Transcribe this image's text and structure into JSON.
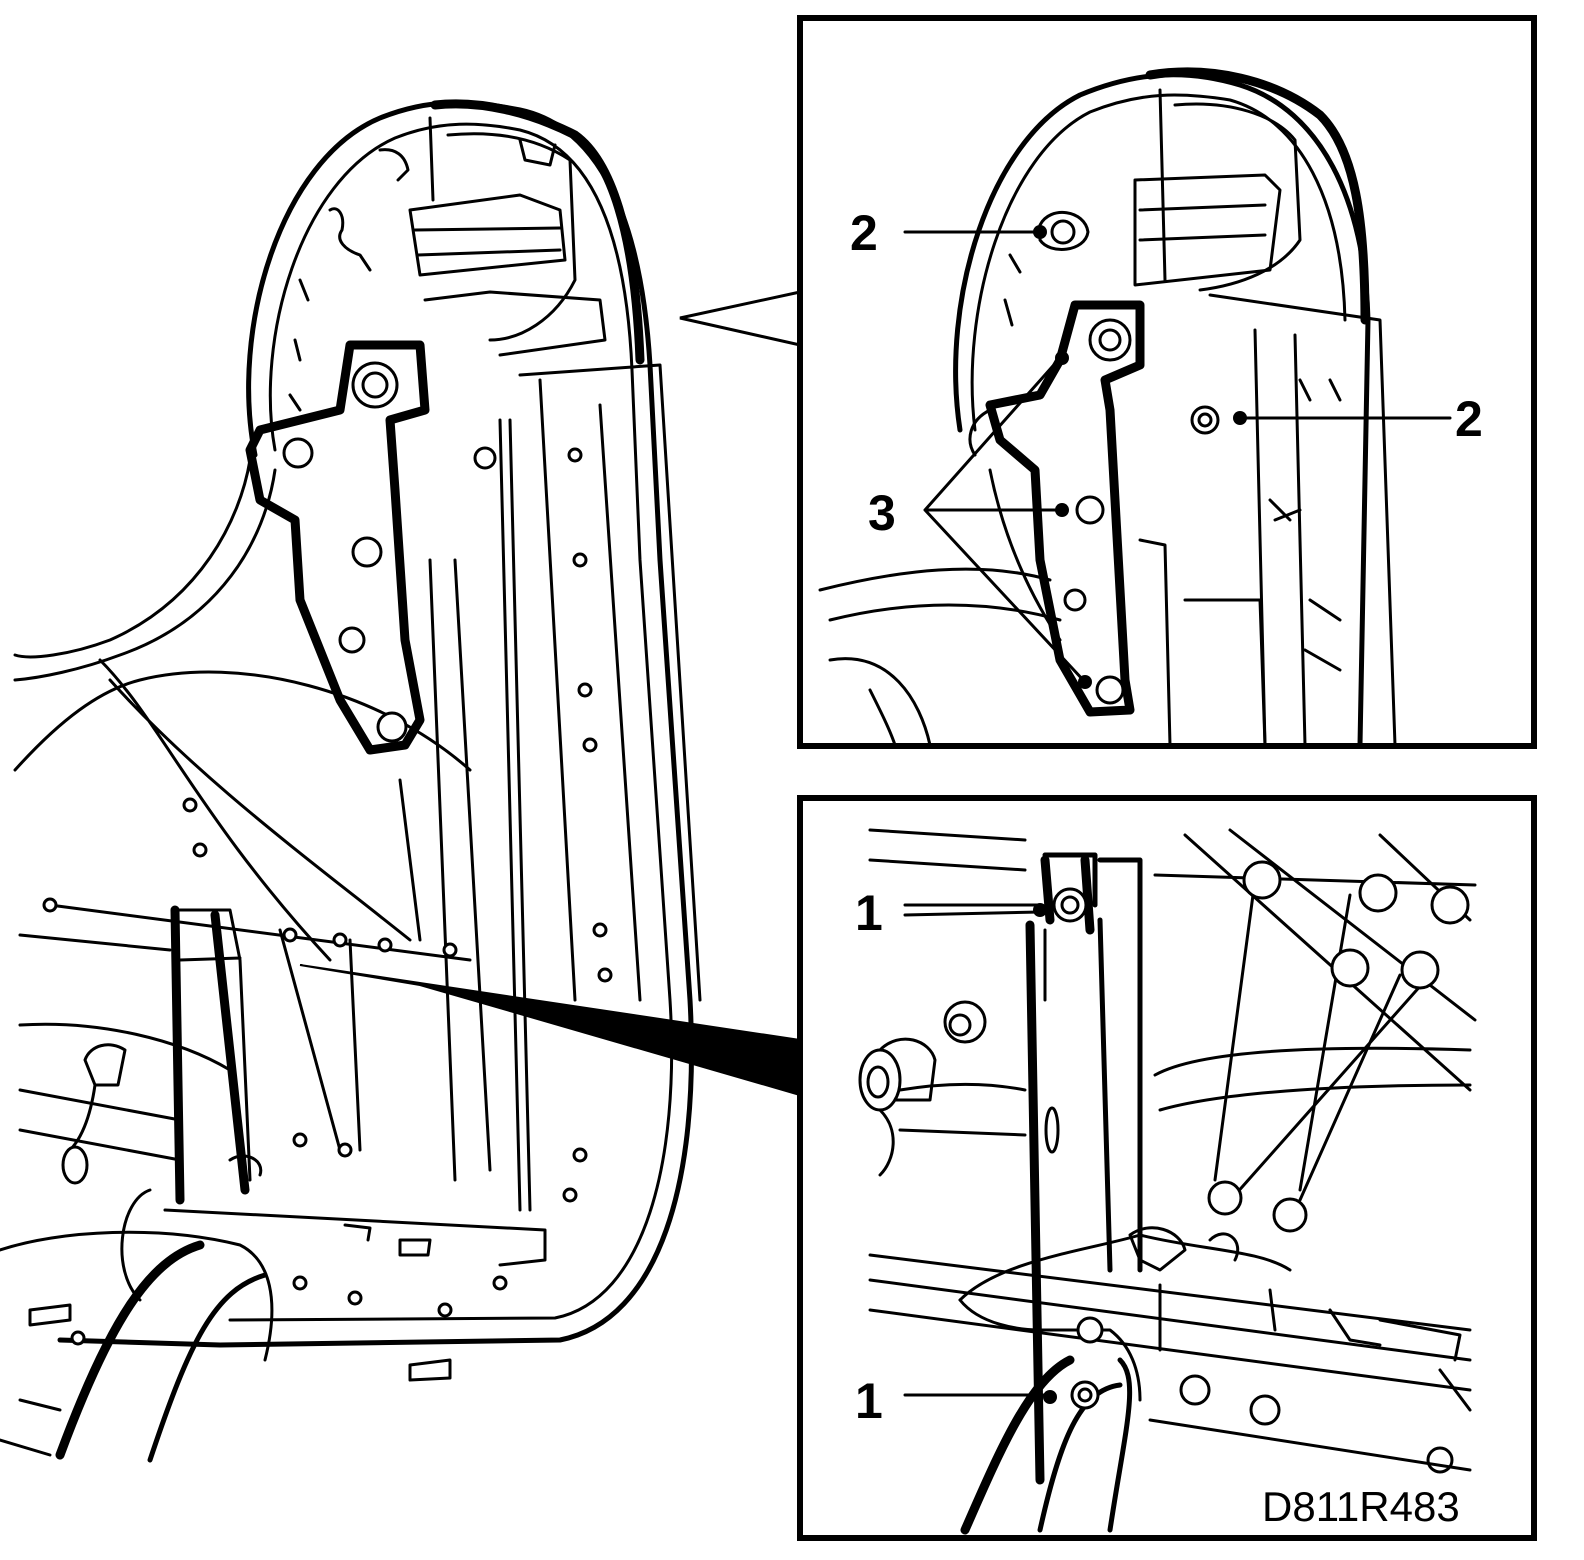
{
  "diagram": {
    "labels": {
      "top_left_2": "2",
      "top_right_2": "2",
      "top_3": "3",
      "bottom_1_upper": "1",
      "bottom_1_lower": "1"
    },
    "figure_code": "D811R483",
    "colors": {
      "ink": "#000000",
      "paper": "#ffffff"
    }
  }
}
